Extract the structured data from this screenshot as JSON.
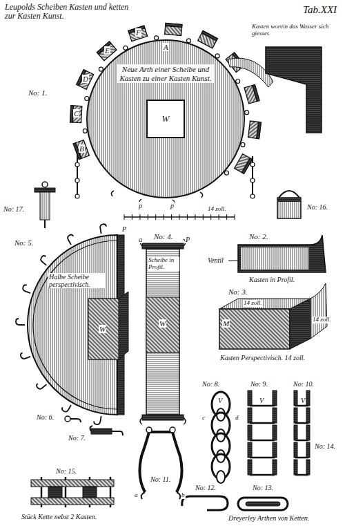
{
  "diagram": {
    "title": "Leupolds Scheiben Kasten und ketten zur Kasten Kunst.",
    "nodes": [
      {
        "text": [
          "Neue Arth einer Scheibe und Kasten zu einer Kasten Kunst."
        ]
      },
      {
        "text": [
          "W"
        ],
        "in": 0
      }
    ],
    "labels": [
      "Tab.XXI",
      "No: 1.",
      "A",
      "B",
      "C",
      "D",
      "E",
      "F",
      "Kasten worein das Wasser sich giesset.",
      "p",
      "p",
      "14 zoll.",
      "No: 17.",
      "No: 16.",
      "No: 5.",
      "Halbe Scheibe perspectivisch.",
      "W",
      "P",
      "No: 4.",
      "Scheibe in Profil.",
      "W",
      "a",
      "P",
      "No: 2.",
      "Ventil",
      "Kasten in Profil.",
      "No: 3.",
      "14 zoll.",
      "14 zoll.",
      "Kasten Perspectivisch. 14 zoll.",
      "M",
      "No: 8.",
      "No: 9.",
      "No: 10.",
      "No: 14.",
      "V",
      "V",
      "V",
      "No: 11.",
      "No: 6.",
      "No: 7.",
      "No: 15.",
      "Stück Kette nebst 2 Kasten.",
      "No: 12.",
      "No: 13.",
      "Dreyerley Arthen von Ketten.",
      "a",
      "b",
      "c",
      "d"
    ]
  }
}
